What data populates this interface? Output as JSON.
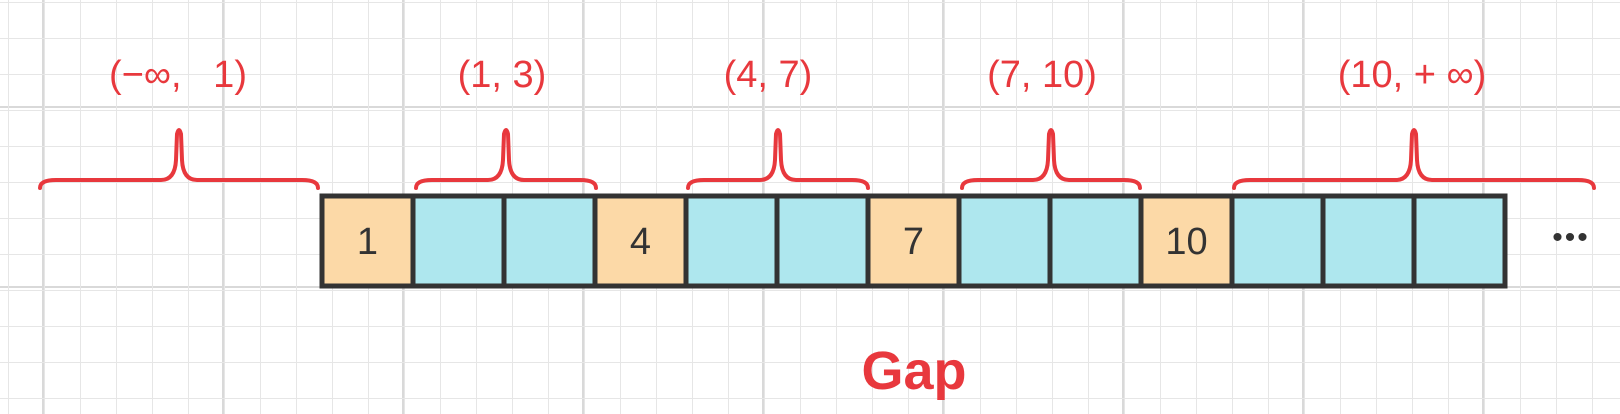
{
  "colors": {
    "key_fill": "#fcd9a7",
    "gap_fill": "#aee7ee",
    "cell_stroke": "#333333",
    "accent": "#e8383d"
  },
  "cells": [
    {
      "label": "1",
      "kind": "key"
    },
    {
      "label": "",
      "kind": "gap"
    },
    {
      "label": "",
      "kind": "gap"
    },
    {
      "label": "4",
      "kind": "key"
    },
    {
      "label": "",
      "kind": "gap"
    },
    {
      "label": "",
      "kind": "gap"
    },
    {
      "label": "7",
      "kind": "key"
    },
    {
      "label": "",
      "kind": "gap"
    },
    {
      "label": "",
      "kind": "gap"
    },
    {
      "label": "10",
      "kind": "key"
    },
    {
      "label": "",
      "kind": "gap"
    },
    {
      "label": "",
      "kind": "gap"
    },
    {
      "label": "",
      "kind": "gap"
    }
  ],
  "intervals": [
    {
      "label": "(−∞,   1)"
    },
    {
      "label": "(1, 3)"
    },
    {
      "label": "(4, 7)"
    },
    {
      "label": "(7, 10)"
    },
    {
      "label": "(10, + ∞)"
    }
  ],
  "ellipsis": "•••",
  "caption": "Gap"
}
